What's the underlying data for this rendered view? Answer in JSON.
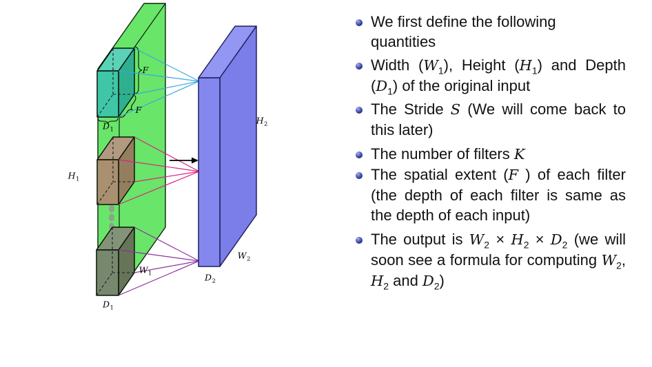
{
  "slide": {
    "background": "#ffffff",
    "bullets": [
      {
        "segments": [
          {
            "t": "We first define the following"
          },
          {
            "br": true
          },
          {
            "t": "quantities"
          }
        ]
      },
      {
        "segments": [
          {
            "t": "Width ("
          },
          {
            "m": "W",
            "sub": "1"
          },
          {
            "t": "), Height ("
          },
          {
            "m": "H",
            "sub": "1"
          },
          {
            "t": ") and Depth ("
          },
          {
            "m": "D",
            "sub": "1"
          },
          {
            "t": ") of the original input"
          }
        ]
      },
      {
        "segments": [
          {
            "t": "The Stride "
          },
          {
            "m": "S"
          },
          {
            "t": " (We will come back to this later)"
          }
        ]
      },
      {
        "segments": [
          {
            "t": "The number of filters "
          },
          {
            "m": "K"
          }
        ]
      },
      {
        "segments": [
          {
            "t": "The spatial extent ("
          },
          {
            "m": "F"
          },
          {
            "t": " ) of each filter (the depth of each filter is same as the depth of each input)"
          }
        ]
      },
      {
        "segments": [
          {
            "t": "The output is "
          },
          {
            "m": "W",
            "sub": "2"
          },
          {
            "t": " × "
          },
          {
            "m": "H",
            "sub": "2"
          },
          {
            "t": " × "
          },
          {
            "m": "D",
            "sub": "2"
          },
          {
            "t": " (we will soon see a formula for computing "
          },
          {
            "m": "W",
            "sub": "2"
          },
          {
            "t": ", "
          },
          {
            "m": "H",
            "sub": "2"
          },
          {
            "t": " and "
          },
          {
            "m": "D",
            "sub": "2"
          },
          {
            "t": ")"
          }
        ]
      }
    ]
  },
  "diagram": {
    "labels": {
      "H1": {
        "main": "H",
        "sub": "1"
      },
      "F_top": {
        "main": "F"
      },
      "F_side": {
        "main": "F"
      },
      "D1_top": {
        "main": "D",
        "sub": "1"
      },
      "W1": {
        "main": "W",
        "sub": "1"
      },
      "D1_bottom": {
        "main": "D",
        "sub": "1"
      },
      "H2": {
        "main": "H",
        "sub": "2"
      },
      "W2": {
        "main": "W",
        "sub": "2"
      },
      "D2": {
        "main": "D",
        "sub": "2"
      }
    },
    "colors": {
      "input_plane": "#69e569",
      "cube_top": {
        "front": "#3fc6a6",
        "top": "#5ad2b8",
        "side": "#2eb090"
      },
      "cube_mid": {
        "front": "#a89070",
        "top": "#b29a80",
        "side": "#947e5e"
      },
      "cube_bottom": {
        "front": "#78886e",
        "top": "#849378",
        "side": "#667458"
      },
      "output_volume": {
        "front": "#8487ee",
        "top": "#9396f3",
        "side": "#7b7de9"
      },
      "line_top": "#38a8db",
      "line_mid": "#d9237f",
      "line_bottom": "#8c32a0",
      "arrow": "#000000",
      "dots": "#8ba38b"
    }
  }
}
